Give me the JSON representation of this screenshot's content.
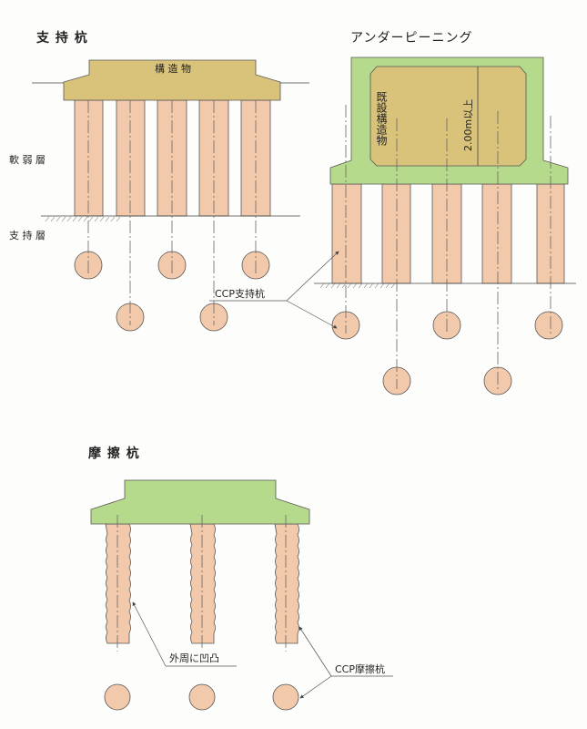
{
  "support_pile": {
    "title": "支 持 杭",
    "structure_label": "構 造 物",
    "soft_layer_label": "軟 弱 層",
    "bearing_layer_label": "支 持 層"
  },
  "underpinning": {
    "title": "アンダーピーニング",
    "existing_structure_label": "既設構造物",
    "dimension_label": "2.00m以上",
    "pile_callout": "CCP支持杭"
  },
  "friction_pile": {
    "title": "摩 擦 杭",
    "surface_callout": "外周に凹凸",
    "pile_callout": "CCP摩擦杭"
  },
  "colors": {
    "pile": "#f2c9aa",
    "structure_existing": "#d9c27a",
    "structure_new": "#b6da8c"
  }
}
